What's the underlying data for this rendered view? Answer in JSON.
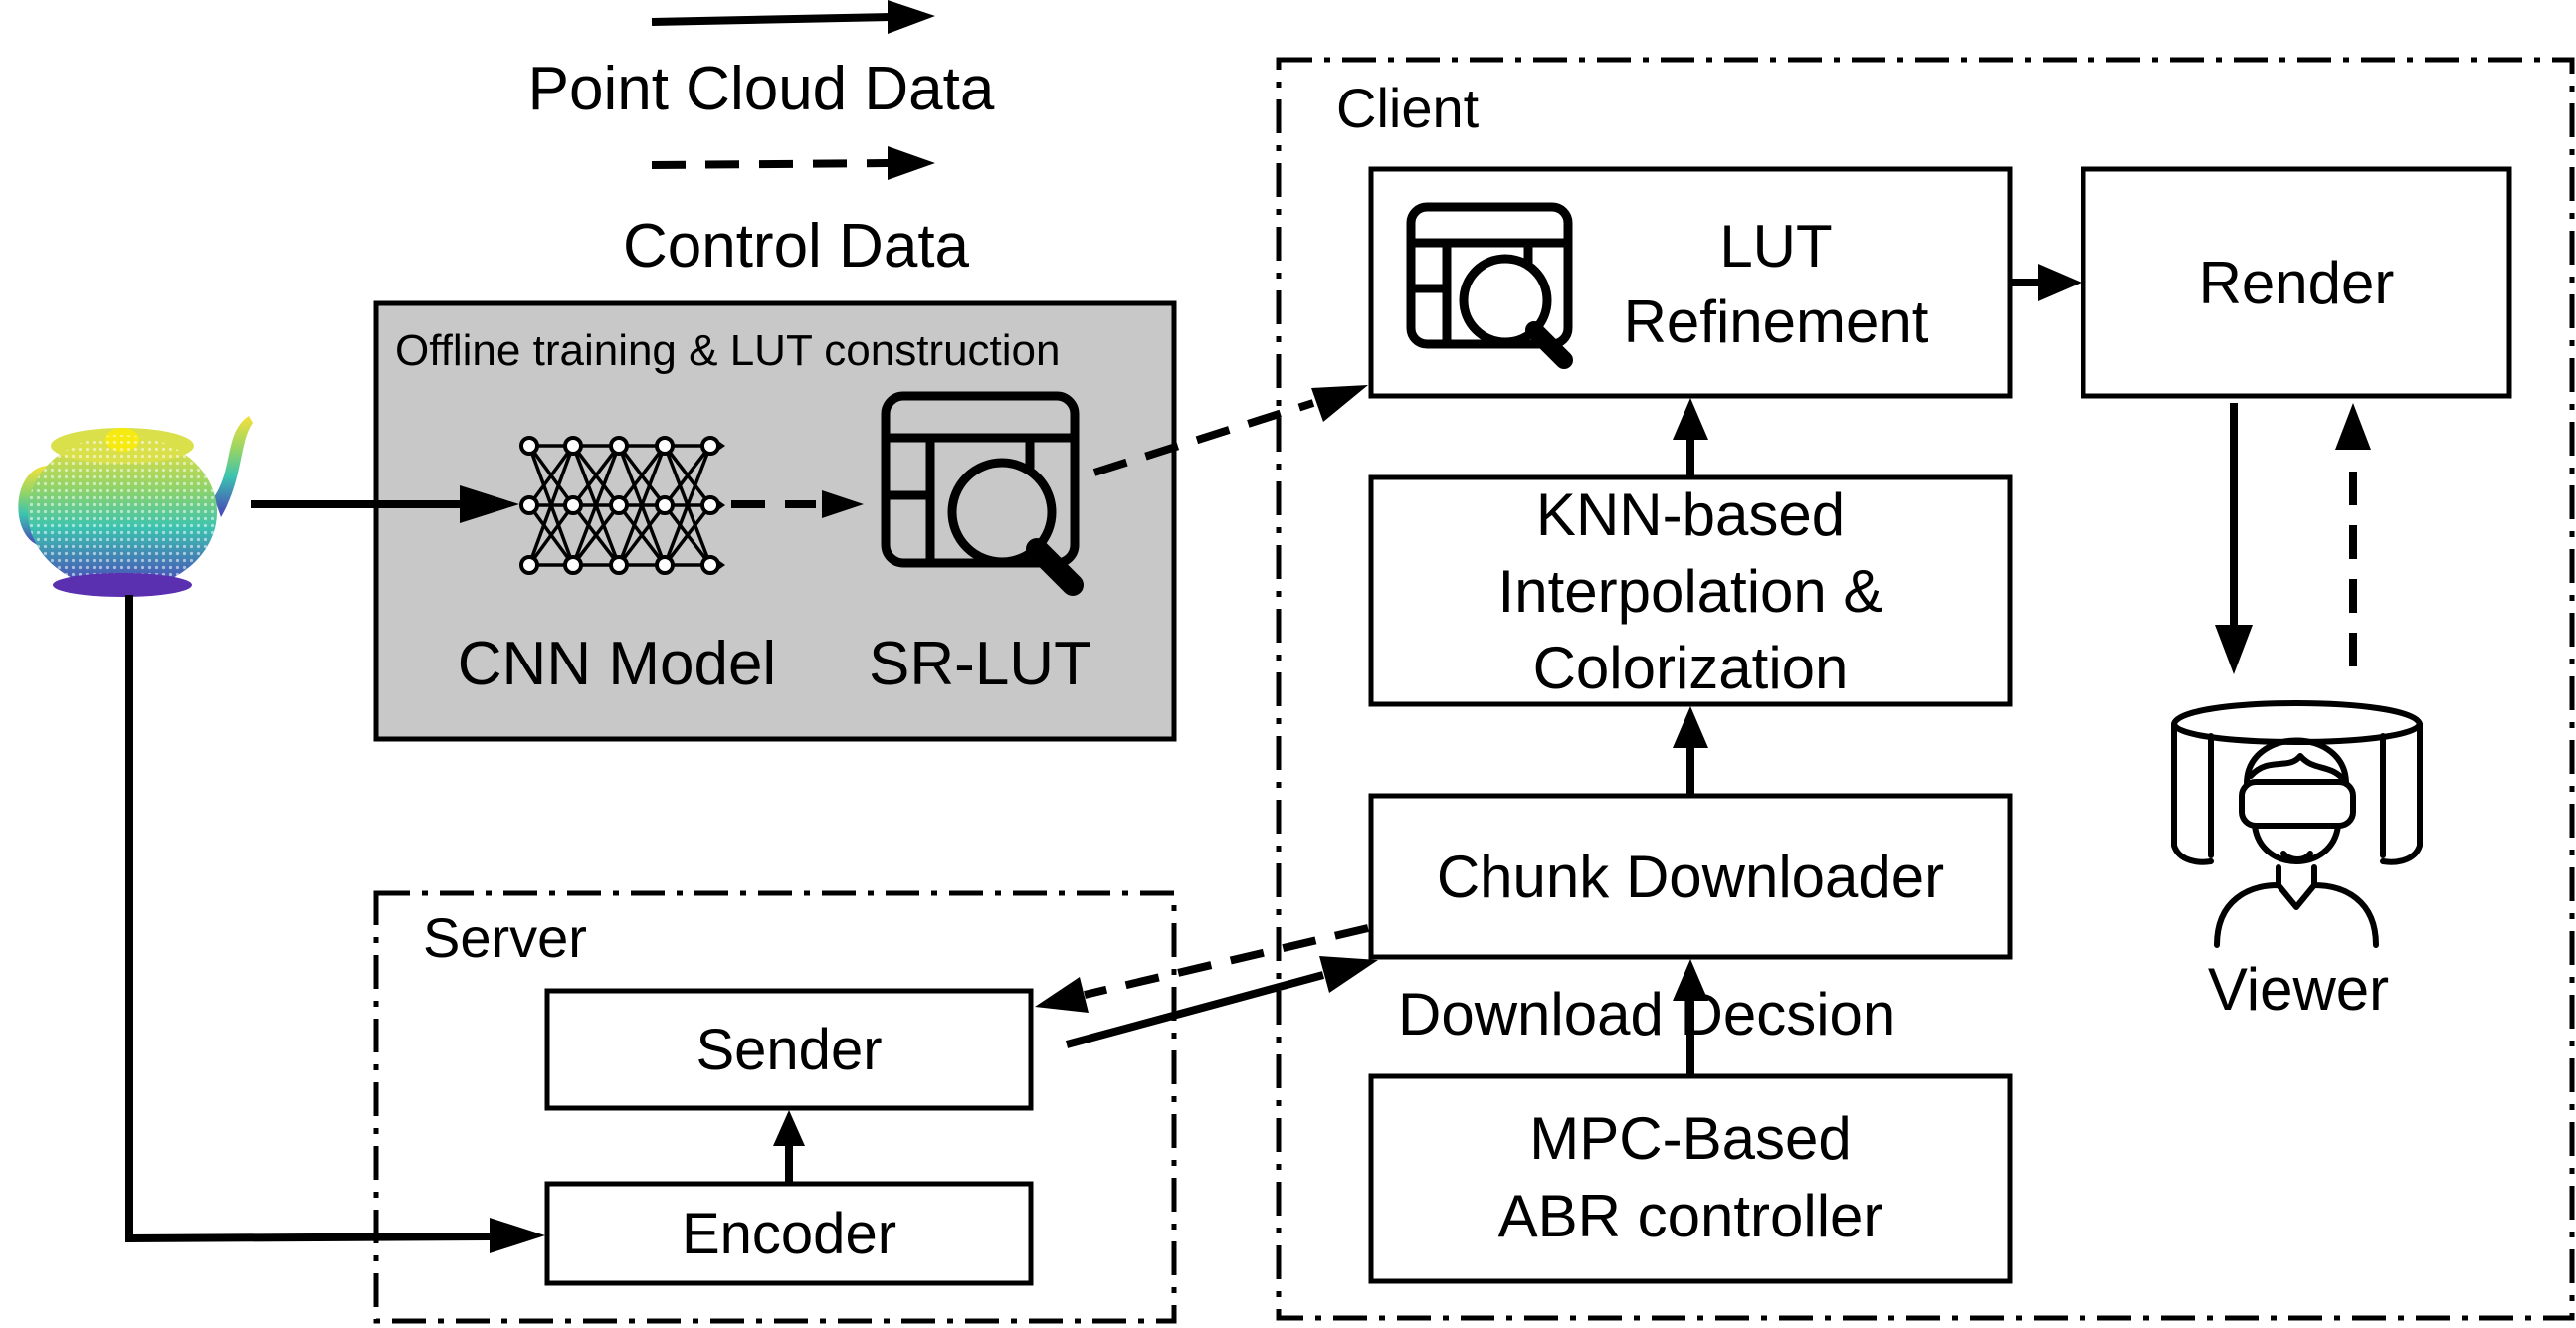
{
  "legend": {
    "point_cloud": "Point Cloud Data",
    "control": "Control Data"
  },
  "offline": {
    "title": "Offline training & LUT construction",
    "cnn": "CNN Model",
    "srlut": "SR-LUT"
  },
  "server": {
    "title": "Server",
    "sender": "Sender",
    "encoder": "Encoder"
  },
  "client": {
    "title": "Client",
    "lut_line1": "LUT",
    "lut_line2": "Refinement",
    "render": "Render",
    "knn_line1": "KNN-based",
    "knn_line2": "Interpolation &",
    "knn_line3": "Colorization",
    "chunk": "Chunk Downloader",
    "decision": "Download Decsion",
    "mpc_line1": "MPC-Based",
    "mpc_line2": "ABR controller",
    "viewer": "Viewer"
  },
  "colors": {
    "offline_fill": "#c8c8c8",
    "teapot_top": "#f5e03a",
    "teapot_mid": "#3cc3b0",
    "teapot_bottom": "#4a3fb8"
  }
}
